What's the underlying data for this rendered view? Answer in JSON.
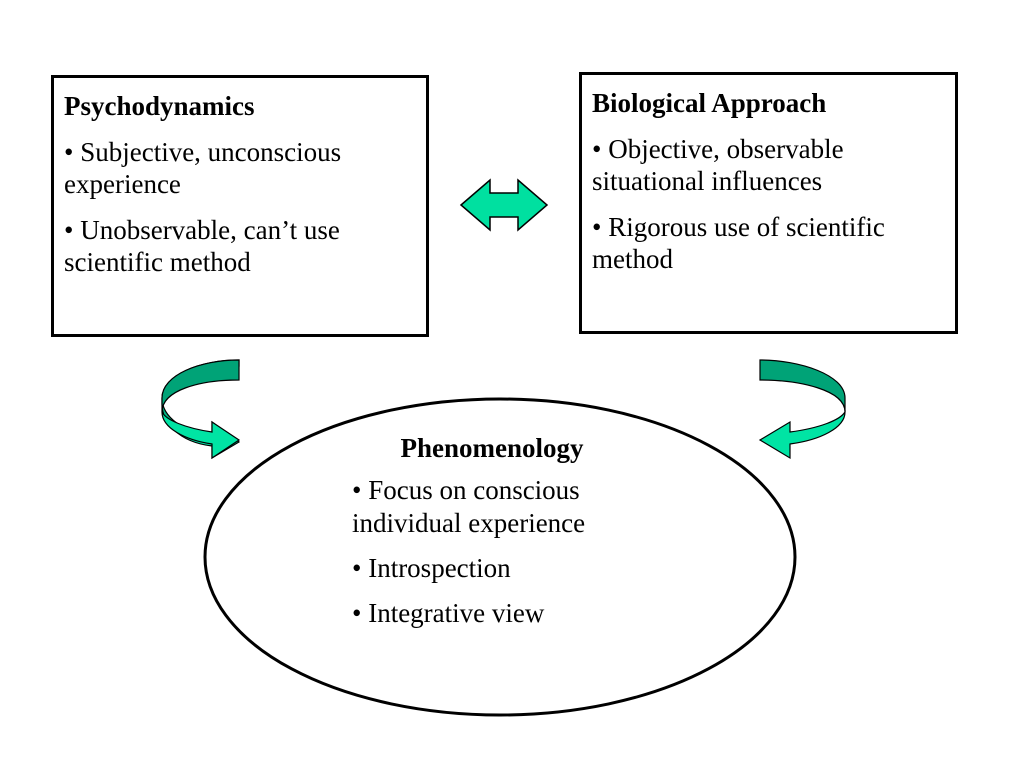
{
  "colors": {
    "arrow_fill": "#00e0a0",
    "arrow_dark": "#009a70",
    "outline": "#000000"
  },
  "left_box": {
    "title": "Psychodynamics",
    "bullets": [
      "• Subjective, unconscious experience",
      "• Unobservable, can’t use scientific method"
    ]
  },
  "right_box": {
    "title": "Biological Approach",
    "bullets": [
      "• Objective, observable situational influences",
      "• Rigorous use of scientific method"
    ]
  },
  "ellipse": {
    "title": "Phenomenology",
    "bullets": [
      "• Focus on conscious individual experience",
      "• Introspection",
      "• Integrative view"
    ]
  },
  "icons": {
    "double_arrow": "double-headed-arrow-icon",
    "curved_left": "curved-arrow-icon",
    "curved_right": "curved-arrow-icon"
  }
}
